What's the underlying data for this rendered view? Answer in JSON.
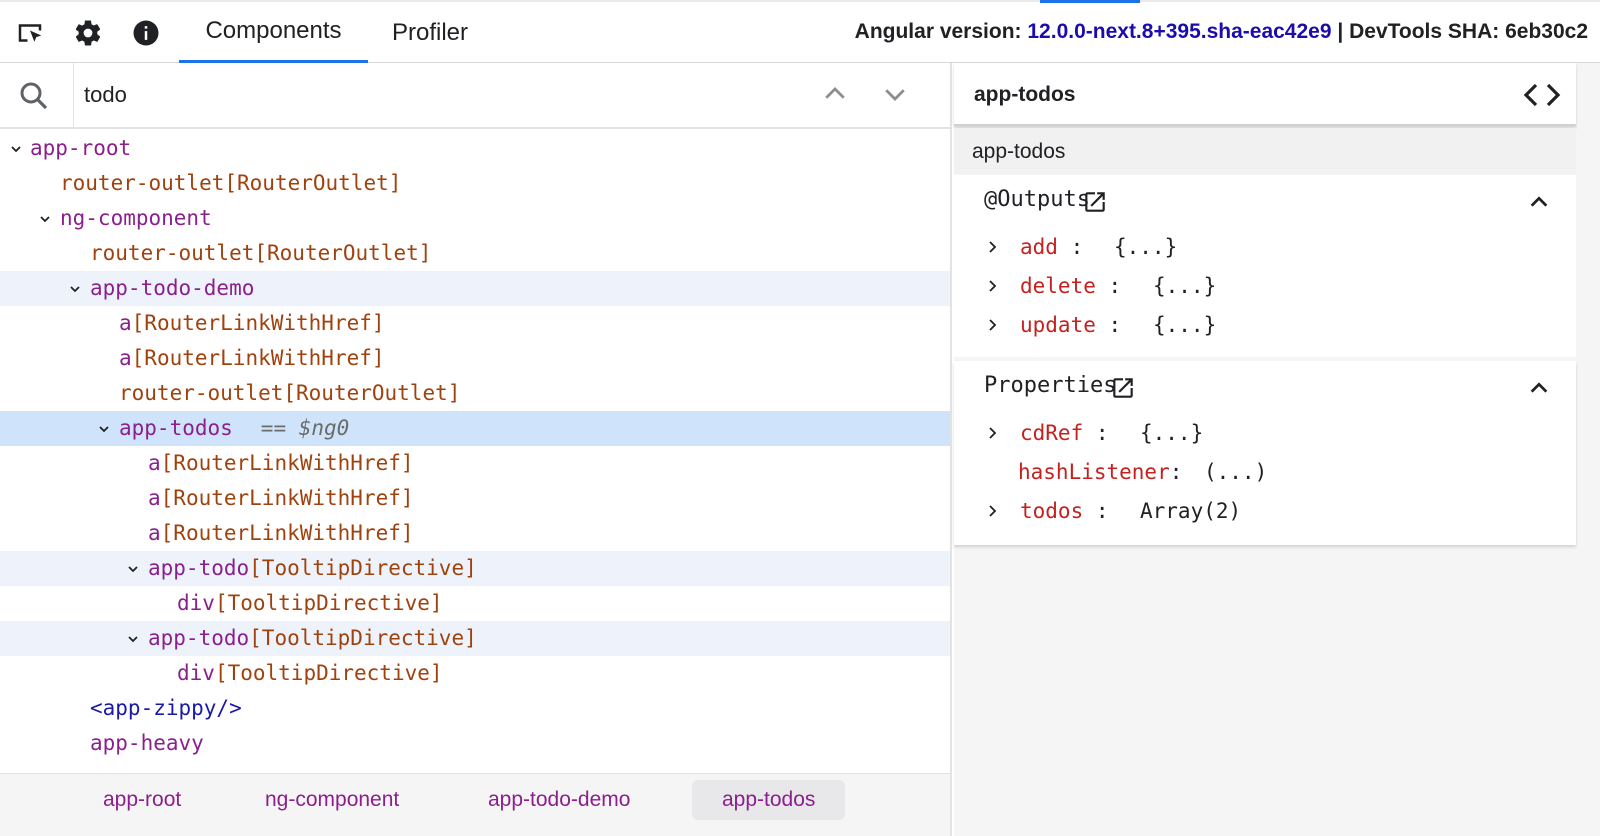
{
  "topbar": {
    "tabs": [
      {
        "label": "Components",
        "active": true
      },
      {
        "label": "Profiler",
        "active": false
      }
    ],
    "version_label": "Angular version:",
    "version_value": "12.0.0-next.8+395.sha-eac42e9",
    "separator": "|",
    "sha_label": "DevTools SHA:",
    "sha_value": "6eb30c2"
  },
  "search": {
    "value": "todo"
  },
  "tree": [
    {
      "tag": "app-root",
      "directive": "",
      "expanded": true,
      "highlight": false,
      "selected": false
    },
    {
      "tag": "router-outlet",
      "directive": "[RouterOutlet]",
      "highlight": false,
      "selected": false
    },
    {
      "tag": "ng-component",
      "directive": "",
      "expanded": true,
      "highlight": false,
      "selected": false
    },
    {
      "tag": "router-outlet",
      "directive": "[RouterOutlet]",
      "highlight": false,
      "selected": false
    },
    {
      "tag": "app-todo-demo",
      "directive": "",
      "expanded": true,
      "highlight": true,
      "selected": false
    },
    {
      "tag": "a",
      "directive": "[RouterLinkWithHref]",
      "highlight": false,
      "selected": false
    },
    {
      "tag": "a",
      "directive": "[RouterLinkWithHref]",
      "highlight": false,
      "selected": false
    },
    {
      "tag": "router-outlet",
      "directive": "[RouterOutlet]",
      "highlight": false,
      "selected": false
    },
    {
      "tag": "app-todos",
      "directive": "",
      "ref": "== $ng0",
      "expanded": true,
      "highlight": false,
      "selected": true
    },
    {
      "tag": "a",
      "directive": "[RouterLinkWithHref]",
      "highlight": false,
      "selected": false
    },
    {
      "tag": "a",
      "directive": "[RouterLinkWithHref]",
      "highlight": false,
      "selected": false
    },
    {
      "tag": "a",
      "directive": "[RouterLinkWithHref]",
      "highlight": false,
      "selected": false
    },
    {
      "tag": "app-todo",
      "directive": "[TooltipDirective]",
      "expanded": true,
      "highlight": true,
      "selected": false
    },
    {
      "tag": "div",
      "directive": "[TooltipDirective]",
      "highlight": false,
      "selected": false
    },
    {
      "tag": "app-todo",
      "directive": "[TooltipDirective]",
      "expanded": true,
      "highlight": true,
      "selected": false
    },
    {
      "tag": "div",
      "directive": "[TooltipDirective]",
      "highlight": false,
      "selected": false
    },
    {
      "tag": "<app-zippy/>",
      "directive": "",
      "highlight": false,
      "selected": false
    },
    {
      "tag": "app-heavy",
      "directive": "",
      "highlight": false,
      "selected": false
    }
  ],
  "breadcrumbs": [
    {
      "label": "app-root",
      "active": false
    },
    {
      "label": "ng-component",
      "active": false
    },
    {
      "label": "app-todo-demo",
      "active": false
    },
    {
      "label": "app-todos",
      "active": true
    }
  ],
  "details": {
    "title": "app-todos",
    "subtitle": "app-todos",
    "outputs": {
      "title": "@Outputs",
      "items": [
        {
          "name": "add",
          "colon": " :",
          "value": "{...}",
          "expandable": true
        },
        {
          "name": "delete",
          "colon": " :",
          "value": "{...}",
          "expandable": true
        },
        {
          "name": "update",
          "colon": " :",
          "value": "{...}",
          "expandable": true
        }
      ]
    },
    "properties": {
      "title": "Properties",
      "items": [
        {
          "name": "cdRef",
          "colon": " :",
          "value": "{...}",
          "expandable": true
        },
        {
          "name": "hashListener",
          "colon": ":",
          "value": "(...)",
          "expandable": false
        },
        {
          "name": "todos",
          "colon": " :",
          "value": "Array(2)",
          "expandable": true
        }
      ]
    }
  },
  "colors": {
    "accent": "#1a73e8",
    "tag": "#8b1f8e",
    "directive": "#a0420e",
    "property_name": "#c5221f",
    "selected_row": "#cfe4fa",
    "highlight_row": "#eef3fb"
  }
}
